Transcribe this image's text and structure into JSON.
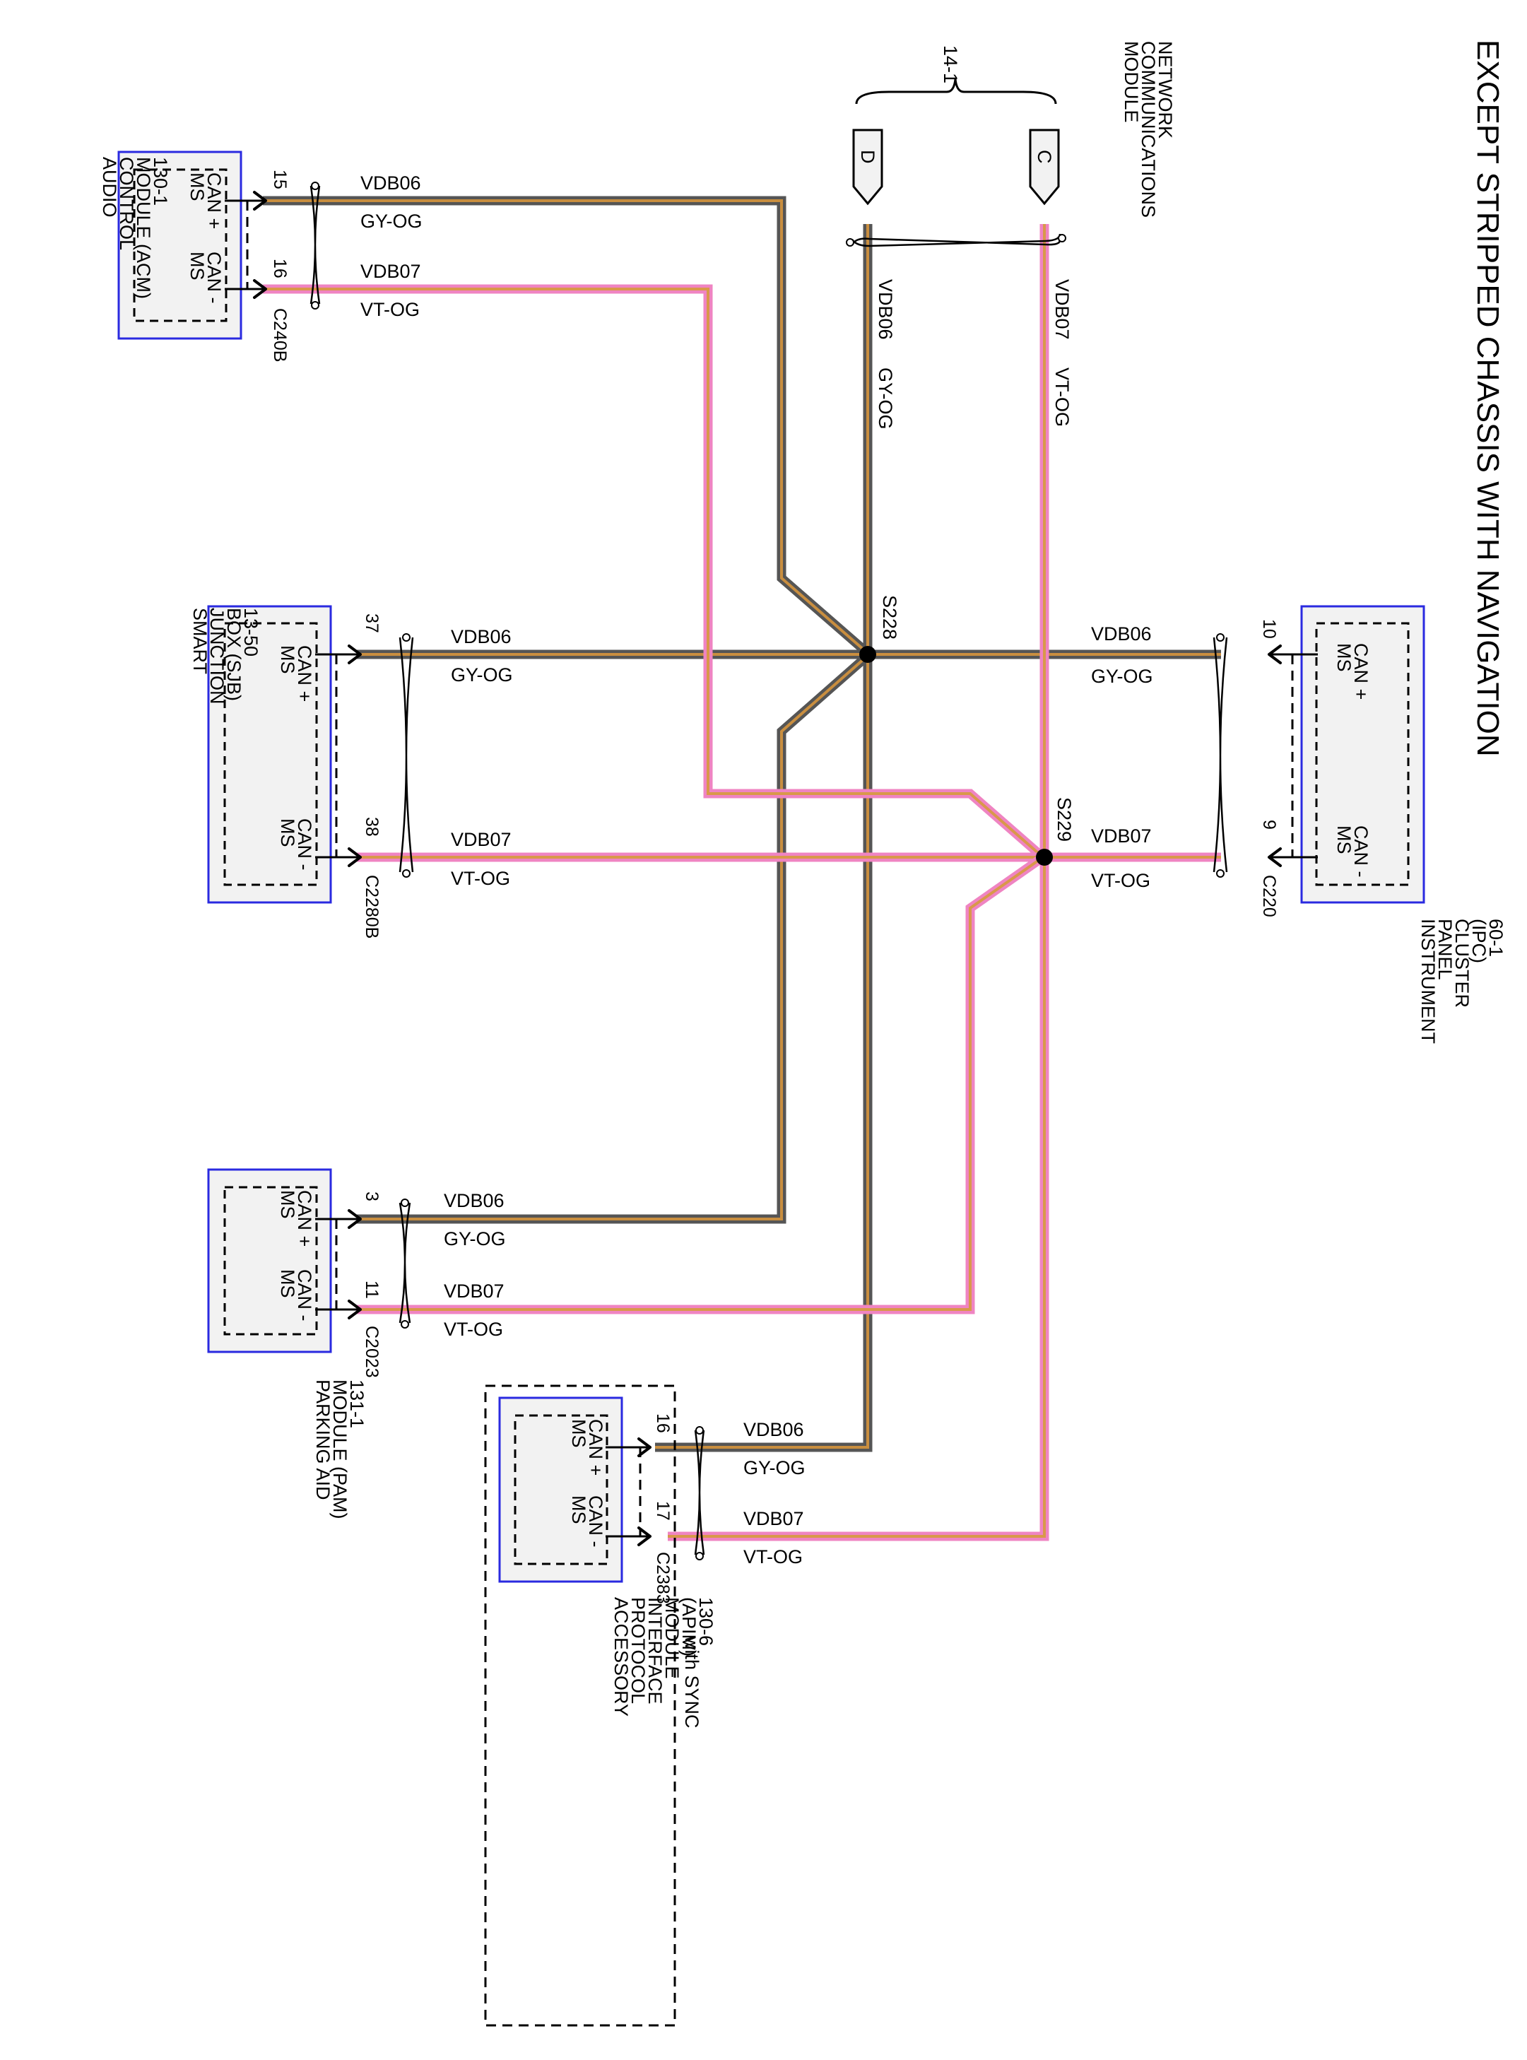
{
  "title": "EXCEPT STRIPPED CHASSIS WITH NAVIGATION",
  "colors": {
    "gy_og_outer": "#555555",
    "gy_og_inner": "#c98e3f",
    "vt_og_outer": "#ef84c2",
    "vt_og_inner": "#d9984a",
    "module_border": "#2a2ae0",
    "module_fill": "#f2f2f2"
  },
  "network": {
    "label": [
      "MODULE",
      "COMMUNICATIONS",
      "NETWORK"
    ],
    "ref": "14-1",
    "connector_d": "D",
    "connector_c": "C",
    "wire_d": {
      "circuit": "VDB06",
      "color": "GY-OG"
    },
    "wire_c": {
      "circuit": "VDB07",
      "color": "VT-OG"
    }
  },
  "splices": {
    "s228": "S228",
    "s229": "S229"
  },
  "modules": {
    "acm": {
      "name": [
        "AUDIO",
        "CONTROL",
        "MODULE (ACM)",
        "130-1"
      ],
      "pin_labels": [
        "MS",
        "CAN +",
        "MS",
        "CAN -"
      ],
      "connector": "C240B",
      "pins": [
        "15",
        "16"
      ],
      "wires": [
        {
          "circuit": "VDB06",
          "color": "GY-OG"
        },
        {
          "circuit": "VDB07",
          "color": "VT-OG"
        }
      ]
    },
    "sjb": {
      "name": [
        "SMART",
        "JUNCTION",
        "BOX (SJB)",
        "13-50"
      ],
      "pin_labels": [
        "MS",
        "CAN +",
        "MS",
        "CAN -"
      ],
      "connector": "C2280B",
      "pins": [
        "37",
        "38"
      ],
      "wires": [
        {
          "circuit": "VDB06",
          "color": "GY-OG"
        },
        {
          "circuit": "VDB07",
          "color": "VT-OG"
        }
      ]
    },
    "ipc": {
      "name": [
        "INSTRUMENT",
        "PANEL",
        "CLUSTER",
        "(IPC)",
        "60-1"
      ],
      "pin_labels": [
        "MS",
        "CAN +",
        "MS",
        "CAN -"
      ],
      "connector": "C220",
      "pins": [
        "10",
        "9"
      ],
      "wires": [
        {
          "circuit": "VDB06",
          "color": "GY-OG"
        },
        {
          "circuit": "VDB07",
          "color": "VT-OG"
        }
      ]
    },
    "pam": {
      "name": [
        "PARKING AID",
        "MODULE (PAM)",
        "131-1"
      ],
      "pin_labels": [
        "MS",
        "CAN +",
        "MS",
        "CAN -"
      ],
      "connector": "C2023",
      "pins": [
        "3",
        "11"
      ],
      "wires": [
        {
          "circuit": "VDB06",
          "color": "GY-OG"
        },
        {
          "circuit": "VDB07",
          "color": "VT-OG"
        }
      ]
    },
    "apim": {
      "name": [
        "ACCESSORY",
        "PROTOCOL",
        "INTERFACE",
        "MODULE",
        "(APIM)",
        "130-6"
      ],
      "pin_labels": [
        "MS",
        "CAN +",
        "MS",
        "CAN -"
      ],
      "connector": "C2383",
      "pins": [
        "16",
        "17"
      ],
      "option": "with SYNC",
      "wires": [
        {
          "circuit": "VDB06",
          "color": "GY-OG"
        },
        {
          "circuit": "VDB07",
          "color": "VT-OG"
        }
      ]
    }
  }
}
